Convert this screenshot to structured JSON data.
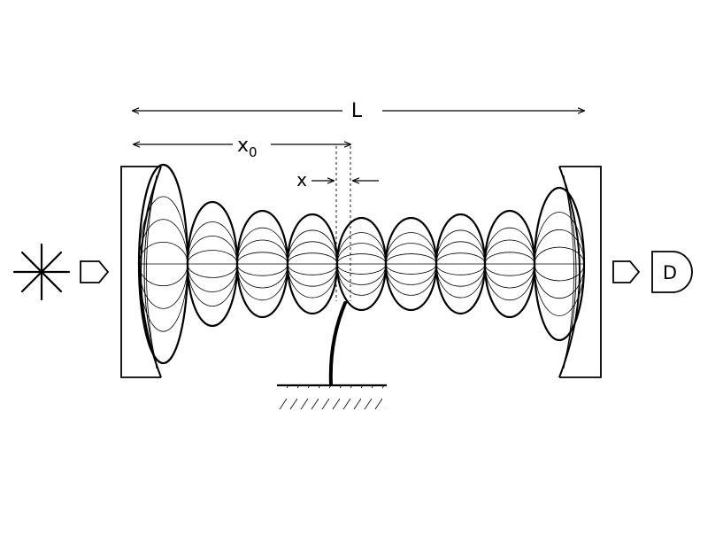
{
  "labels": {
    "cavity_length": "L",
    "equilibrium_position": "x",
    "equilibrium_position_subscript": "0",
    "displacement": "x",
    "detector": "D"
  },
  "icons": {
    "light_source": "starburst-icon",
    "input_beam": "pentagon-arrow-icon",
    "output_beam": "pentagon-arrow-icon",
    "detector": "detector-d-icon"
  },
  "colors": {
    "stroke": "#000000",
    "background": "#ffffff"
  },
  "standing_wave": {
    "lobes": 9
  }
}
